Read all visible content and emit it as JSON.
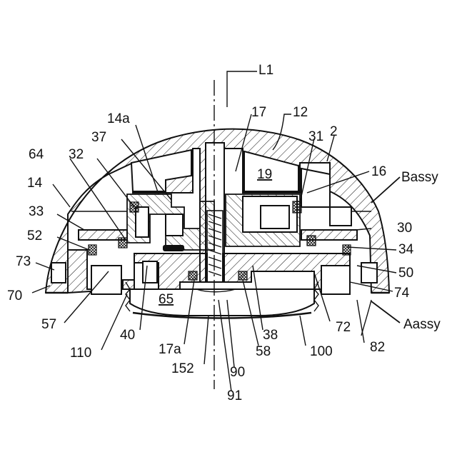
{
  "figure": {
    "labels": {
      "L1": "L1",
      "n17": "17",
      "n12": "12",
      "n2": "2",
      "n14a": "14a",
      "n37": "37",
      "n31": "31",
      "n64": "64",
      "n32": "32",
      "n19": "19",
      "n16": "16",
      "Bassy": "Bassy",
      "n14": "14",
      "n33": "33",
      "n30": "30",
      "n52": "52",
      "n34": "34",
      "n73": "73",
      "n50": "50",
      "n70": "70",
      "n65": "65",
      "n74": "74",
      "n57": "57",
      "n40": "40",
      "n38": "38",
      "n72": "72",
      "Aassy": "Aassy",
      "n110": "110",
      "n17a": "17a",
      "n58": "58",
      "n100": "100",
      "n82": "82",
      "n152": "152",
      "n90": "90",
      "n91": "91"
    }
  }
}
